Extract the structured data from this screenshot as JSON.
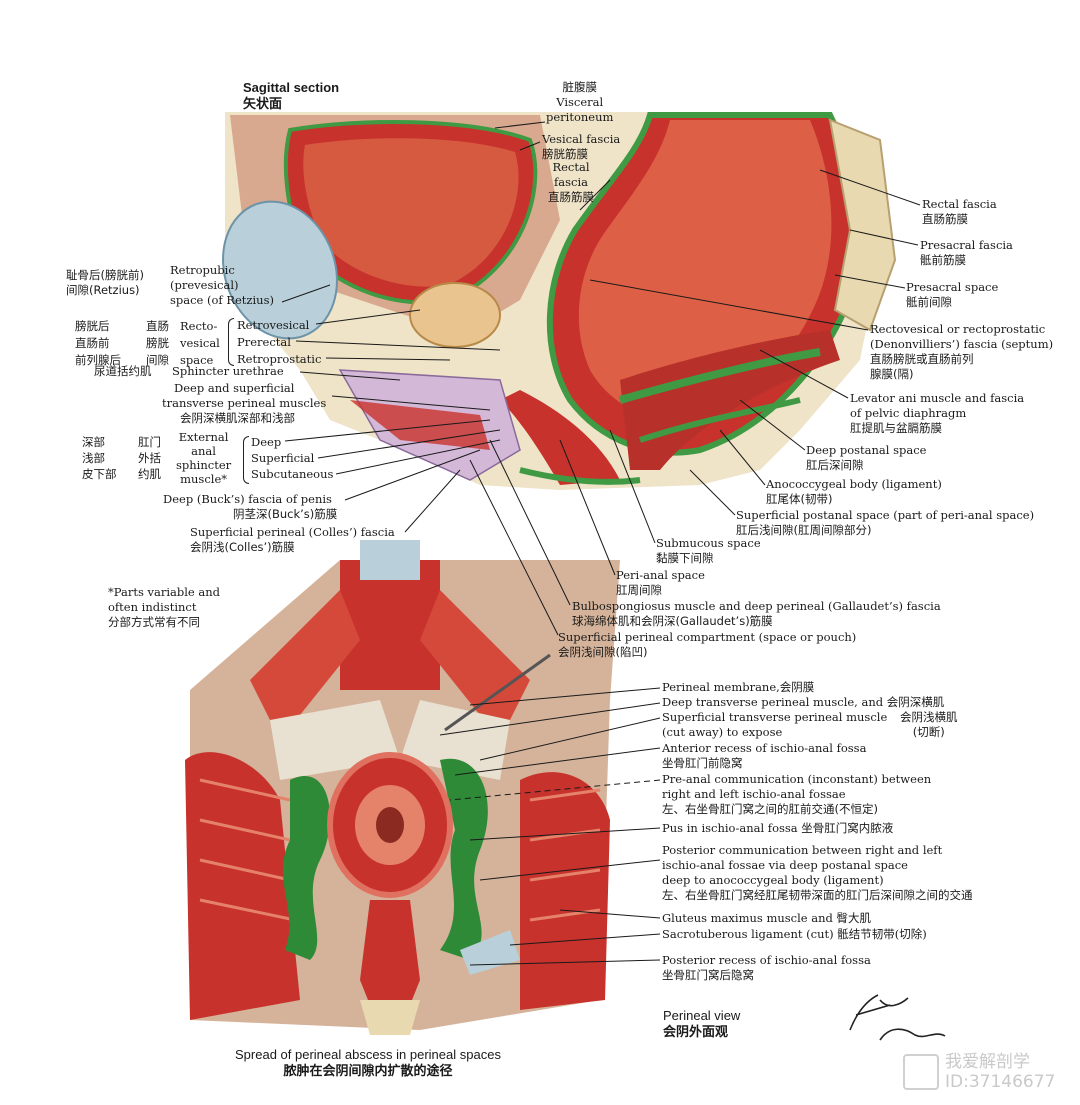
{
  "sagittal_title": {
    "en": "Sagittal section",
    "zh": "矢状面"
  },
  "labels_top": {
    "visceral_peritoneum": {
      "zh": "脏腹膜",
      "en1": "Visceral",
      "en2": "peritoneum"
    },
    "vesical_fascia": {
      "en": "Vesical fascia",
      "zh": "膀胱筋膜"
    },
    "rectal_fascia_mid": {
      "en1": "Rectal",
      "en2": "fascia",
      "zh": "直肠筋膜"
    }
  },
  "labels_right": {
    "rectal_fascia": {
      "en": "Rectal fascia",
      "zh": "直肠筋膜"
    },
    "presacral_fascia": {
      "en": "Presacral fascia",
      "zh": "骶前筋膜"
    },
    "presacral_space": {
      "en": "Presacral space",
      "zh": "骶前间隙"
    },
    "rectovesical": {
      "en1": "Rectovesical or rectoprostatic",
      "en2": "(Denonvilliers’) fascia (septum)",
      "zh1": "直肠膀胱或直肠前列",
      "zh2": "腺膜(隔)"
    },
    "levator_ani": {
      "en1": "Levator ani muscle and fascia",
      "en2": "of pelvic diaphragm",
      "zh": "肛提肌与盆膈筋膜"
    },
    "deep_postanal": {
      "en": "Deep postanal space",
      "zh": "肛后深间隙"
    },
    "anococcygeal": {
      "en": "Anococcygeal body (ligament)",
      "zh": "肛尾体(韧带)"
    },
    "superficial_postanal": {
      "en": "Superficial postanal space (part of peri-anal space)",
      "zh": "肛后浅间隙(肛周间隙部分)"
    },
    "submucous": {
      "en": "Submucous space",
      "zh": "黏膜下间隙"
    },
    "perianal": {
      "en": "Peri-anal space",
      "zh": "肛周间隙"
    },
    "bulbospongiosus": {
      "en": "Bulbospongiosus muscle and deep perineal (Gallaudet’s) fascia",
      "zh": "球海绵体肌和会阴深(Gallaudet’s)筋膜"
    },
    "superficial_compartment": {
      "en": "Superficial perineal compartment (space or pouch)",
      "zh": "会阴浅间隙(陷凹)"
    }
  },
  "labels_left": {
    "retzius": {
      "zh1": "耻骨后(膀胱前)",
      "zh2": "间隙(Retzius)",
      "en1": "Retropubic",
      "en2": "(prevesical)",
      "en3": "space (of Retzius)"
    },
    "spaces_group": {
      "zh_col1": [
        "膀胱后",
        "直肠前",
        "前列腺后"
      ],
      "zh_col2": [
        "直肠",
        "膀胱",
        "间隙"
      ],
      "en_col": [
        "Recto-",
        "vesical",
        "space"
      ],
      "items": [
        "Retrovesical",
        "Prerectal",
        "Retroprostatic"
      ]
    },
    "sphincter_urethrae": {
      "zh": "尿道括约肌",
      "en": "Sphincter urethrae"
    },
    "transverse_perineal": {
      "en1": "Deep and superficial",
      "en2": "transverse perineal muscles",
      "zh": "会阴深横肌深部和浅部"
    },
    "sphincter_group": {
      "zh_col1": [
        "深部",
        "浅部",
        "皮下部"
      ],
      "zh_col2": [
        "肛门",
        "外括",
        "约肌"
      ],
      "en_col": [
        "External",
        "anal",
        "sphincter",
        "muscle*"
      ],
      "items": [
        "Deep",
        "Superficial",
        "Subcutaneous"
      ]
    },
    "bucks_fascia": {
      "en": "Deep (Buck’s) fascia of penis",
      "zh": "阴茎深(Buck’s)筋膜"
    },
    "colles_fascia": {
      "en": "Superficial perineal (Colles’) fascia",
      "zh": "会阴浅(Colles’)筋膜"
    },
    "footnote": {
      "en1": "*Parts variable and",
      "en2": "often indistinct",
      "zh": "分部方式常有不同"
    }
  },
  "labels_perineal": {
    "membrane": {
      "en": "Perineal membrane,会阴膜"
    },
    "deep_transverse": {
      "en": "Deep transverse perineal muscle, and 会阴深横肌"
    },
    "superficial_transverse": {
      "en1": "Superficial transverse perineal muscle",
      "en2": "(cut away) to expose",
      "zh1": "会阴浅横肌",
      "zh2": "(切断)"
    },
    "anterior_recess": {
      "en": "Anterior recess of ischio-anal fossa",
      "zh": "坐骨肛门前隐窝"
    },
    "pre_anal": {
      "en1": "Pre-anal communication (inconstant) between",
      "en2": "right and left ischio-anal fossae",
      "zh": "左、右坐骨肛门窝之间的肛前交通(不恒定)"
    },
    "pus": {
      "en": "Pus in ischio-anal fossa 坐骨肛门窝内脓液"
    },
    "posterior_comm": {
      "en1": "Posterior communication between right and left",
      "en2": "ischio-anal fossae via deep postanal space",
      "en3": "deep to anococcygeal body (ligament)",
      "zh": "左、右坐骨肛门窝经肛尾韧带深面的肛门后深间隙之间的交通"
    },
    "gluteus": {
      "en": "Gluteus maximus muscle and 臀大肌"
    },
    "sacrotuberous": {
      "en": "Sacrotuberous ligament (cut) 骶结节韧带(切除)"
    },
    "posterior_recess": {
      "en": "Posterior recess of ischio-anal fossa",
      "zh": "坐骨肛门窝后隐窝"
    }
  },
  "perineal_view": {
    "en": "Perineal view",
    "zh": "会阴外面观"
  },
  "caption": {
    "en": "Spread of perineal abscess in perineal spaces",
    "zh": "脓肿在会阴间隙内扩散的途径"
  },
  "signatures": {
    "s1": "F. Netter M.D.",
    "s2": "C.Machado M.D."
  },
  "watermark": {
    "line1": "我爱解剖学",
    "line2": "ID:37146677"
  },
  "colors": {
    "muscle": "#c8322c",
    "muscle_light": "#e0705a",
    "fascia_green": "#3f9a43",
    "bone": "#e8d9b0",
    "bladder": "#b9cfd9",
    "pus_green": "#2e8a36"
  }
}
